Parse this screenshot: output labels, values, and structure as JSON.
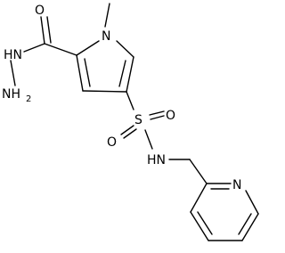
{
  "molecule": {
    "atoms": {
      "carbonyl_oxygen": "O",
      "hydrazide_nh": "HN",
      "hydrazide_nh2": "NH",
      "hydrazide_nh2_subscript": "2",
      "pyrrole_nitrogen": "N",
      "sulfur": "S",
      "sulfonyl_oxygen_top": "O",
      "sulfonyl_oxygen_left": "O",
      "sulfonamide_nh": "HN",
      "pyridine_nitrogen": "N"
    }
  }
}
